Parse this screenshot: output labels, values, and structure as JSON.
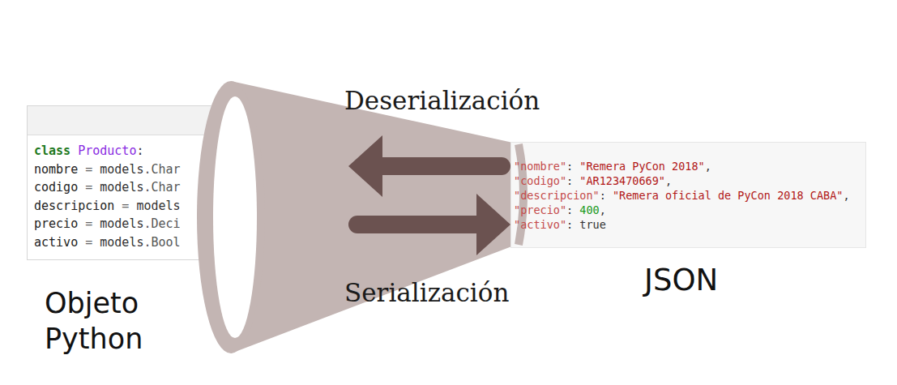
{
  "diagram": {
    "nodes": [
      {
        "text": [
          "Objeto Python",
          "class Producto:",
          "nombre = models.Char",
          "codigo = models.Char",
          "descripcion = models",
          "precio = models.Deci",
          "activo = models.Bool"
        ]
      },
      {
        "text": [
          "JSON",
          "\"nombre\": \"Remera PyCon 2018\",",
          "\"codigo\": \"AR123470669\",",
          "\"descripcion\": \"Remera oficial de PyCon 2018 CABA\",",
          "\"precio\": 400,",
          "\"activo\": true"
        ]
      }
    ],
    "edges": [
      {
        "from": 1,
        "to": 0,
        "arrow": "to",
        "label": "Deserialización"
      },
      {
        "from": 0,
        "to": 1,
        "arrow": "to",
        "label": "Serialización"
      }
    ]
  }
}
